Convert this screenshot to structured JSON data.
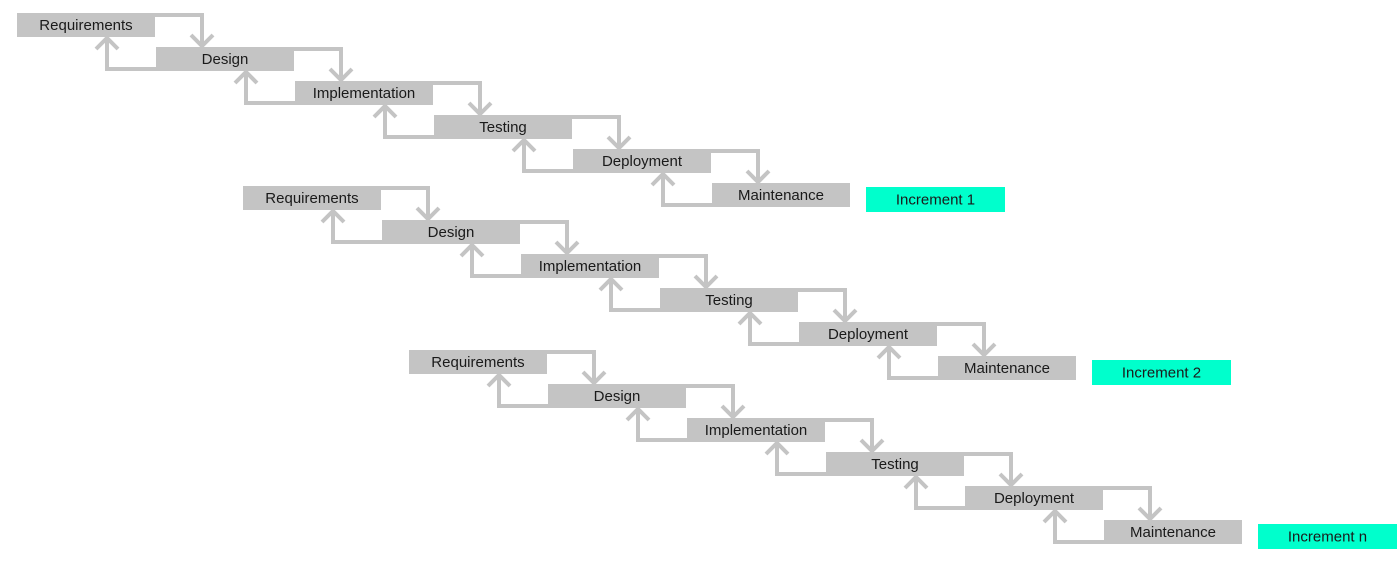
{
  "diagram": {
    "colors": {
      "stage_fill": "#c4c4c4",
      "arrow": "#c4c4c4",
      "increment_fill": "#00ffcc",
      "text": "#1a1a1a",
      "background": "#ffffff"
    },
    "increments": [
      {
        "label": "Increment 1",
        "stages": [
          "Requirements",
          "Design",
          "Implementation",
          "Testing",
          "Deployment",
          "Maintenance"
        ]
      },
      {
        "label": "Increment 2",
        "stages": [
          "Requirements",
          "Design",
          "Implementation",
          "Testing",
          "Deployment",
          "Maintenance"
        ]
      },
      {
        "label": "Increment n",
        "stages": [
          "Requirements",
          "Design",
          "Implementation",
          "Testing",
          "Deployment",
          "Maintenance"
        ]
      }
    ]
  }
}
